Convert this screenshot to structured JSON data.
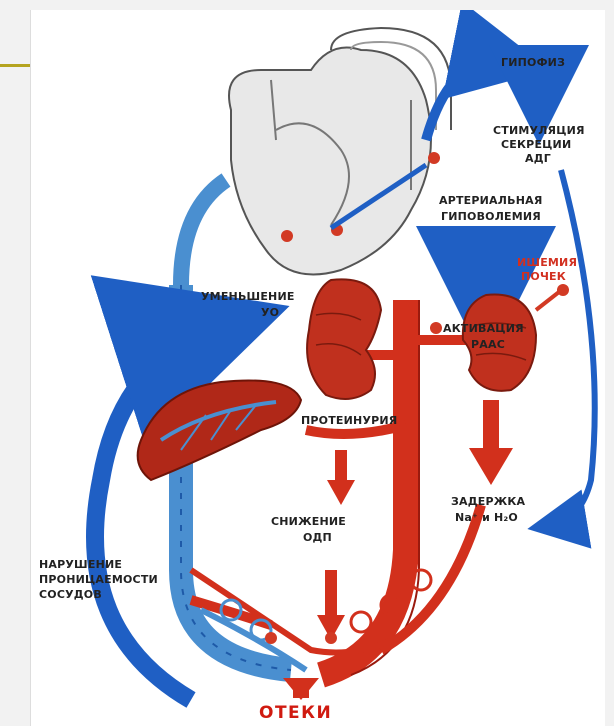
{
  "diagram": {
    "labels": {
      "gipofiz": "ГИПОФИЗ",
      "stimulation_l1": "СТИМУЛЯЦИЯ",
      "stimulation_l2": "СЕКРЕЦИИ",
      "stimulation_l3": "АДГ",
      "hypovolemia_l1": "АРТЕРИАЛЬНАЯ",
      "hypovolemia_l2": "ГИПОВОЛЕМИЯ",
      "ischemia_l1": "ИШЕМИЯ",
      "ischemia_l2": "ПОЧЕК",
      "decrease_uo_l1": "УМЕНЬШЕНИЕ",
      "decrease_uo_l2": "УО",
      "raas_l1": "АКТИВАЦИЯ",
      "raas_l2": "РААС",
      "proteinuria": "ПРОТЕИНУРИЯ",
      "odp_l1": "СНИЖЕНИЕ",
      "odp_l2": "ОДП",
      "retention_l1": "ЗАДЕРЖКА",
      "retention_l2": "Na⁺ и H₂O",
      "permeability_l1": "НАРУШЕНИЕ",
      "permeability_l2": "ПРОНИЦАЕМОСТИ",
      "permeability_l3": "СОСУДОВ",
      "edema": "ОТЕКИ"
    },
    "colors": {
      "artery": "#d2301c",
      "artery_dark": "#9a1a0e",
      "vein": "#4a8fd0",
      "vein_dark": "#1e5aa8",
      "arrow_blue": "#1f5fc4",
      "marker": "#d23a24",
      "text": "#222222",
      "heart": "#e8e8e8"
    },
    "icons": [
      "heart-icon",
      "kidney-icon",
      "liver-icon",
      "capillary-network-icon"
    ]
  }
}
